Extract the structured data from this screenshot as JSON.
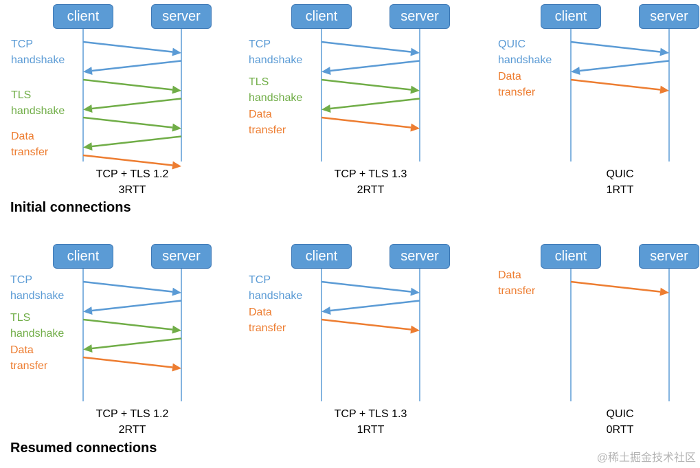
{
  "colors": {
    "tcp": "#5b9bd5",
    "tls": "#70ad47",
    "data": "#ed7d31",
    "quic": "#5b9bd5",
    "node_fill": "#5b9bd5",
    "lifeline": "#5b9bd5"
  },
  "sections": {
    "initial": "Initial connections",
    "resumed": "Resumed connections"
  },
  "watermark": "@稀土掘金技术社区",
  "diagrams": [
    {
      "client": "client",
      "server": "server",
      "labels": [
        [
          "TCP",
          "handshake"
        ],
        [
          "TLS",
          "handshake"
        ],
        [
          "Data",
          "transfer"
        ]
      ],
      "label_kinds": [
        "tcp",
        "tls",
        "data"
      ],
      "messages": [
        "tcp",
        "tcp",
        "tls",
        "tls",
        "tls",
        "tls",
        "data"
      ],
      "caption": [
        "TCP + TLS 1.2",
        "3RTT"
      ]
    },
    {
      "client": "client",
      "server": "server",
      "labels": [
        [
          "TCP",
          "handshake"
        ],
        [
          "TLS",
          "handshake"
        ],
        [
          "Data",
          "transfer"
        ]
      ],
      "label_kinds": [
        "tcp",
        "tls",
        "data"
      ],
      "messages": [
        "tcp",
        "tcp",
        "tls",
        "tls",
        "data"
      ],
      "caption": [
        "TCP + TLS 1.3",
        "2RTT"
      ]
    },
    {
      "client": "client",
      "server": "server",
      "labels": [
        [
          "QUIC",
          "handshake"
        ],
        [
          "Data",
          "transfer"
        ]
      ],
      "label_kinds": [
        "quic",
        "data"
      ],
      "messages": [
        "quic",
        "quic",
        "data"
      ],
      "caption": [
        "QUIC",
        "1RTT"
      ]
    },
    {
      "client": "client",
      "server": "server",
      "labels": [
        [
          "TCP",
          "handshake"
        ],
        [
          "TLS",
          "handshake"
        ],
        [
          "Data",
          "transfer"
        ]
      ],
      "label_kinds": [
        "tcp",
        "tls",
        "data"
      ],
      "messages": [
        "tcp",
        "tcp",
        "tls",
        "tls",
        "data"
      ],
      "caption": [
        "TCP + TLS 1.2",
        "2RTT"
      ]
    },
    {
      "client": "client",
      "server": "server",
      "labels": [
        [
          "TCP",
          "handshake"
        ],
        [
          "Data",
          "transfer"
        ]
      ],
      "label_kinds": [
        "tcp",
        "data"
      ],
      "messages": [
        "tcp",
        "tcp",
        "data"
      ],
      "caption": [
        "TCP + TLS 1.3",
        "1RTT"
      ]
    },
    {
      "client": "client",
      "server": "server",
      "labels": [
        [
          "Data",
          "transfer"
        ]
      ],
      "label_kinds": [
        "data"
      ],
      "messages": [
        "data"
      ],
      "caption": [
        "QUIC",
        "0RTT"
      ]
    }
  ]
}
